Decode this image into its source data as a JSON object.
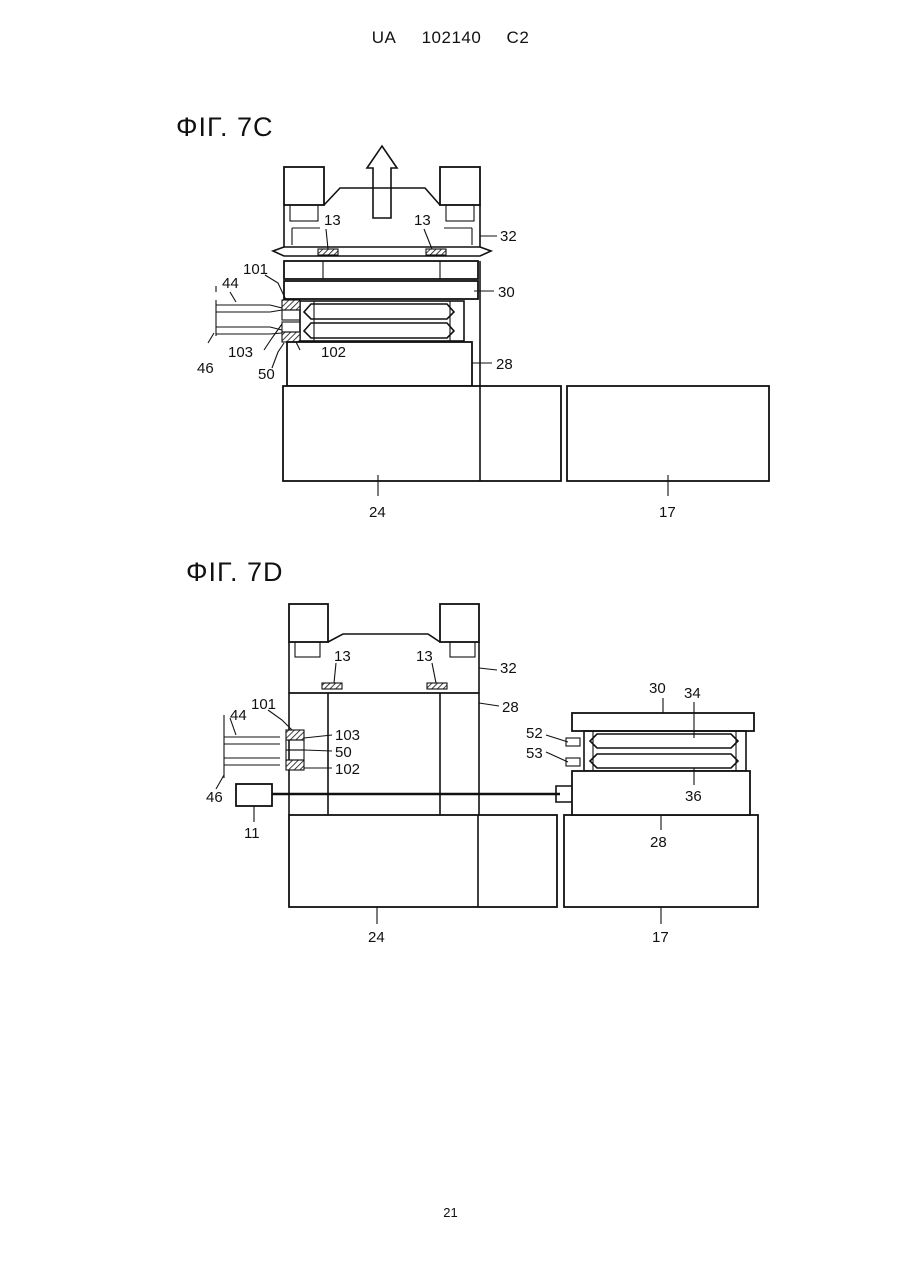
{
  "header": {
    "country": "UA",
    "number": "102140",
    "kind": "C2"
  },
  "page_number": "21",
  "fig_7c": {
    "title": "ΦΙΓ. 7C",
    "labels": {
      "l13a": "13",
      "l13b": "13",
      "l32": "32",
      "l30": "30",
      "l28": "28",
      "l101": "101",
      "l44": "44",
      "l46": "46",
      "l103": "103",
      "l102": "102",
      "l50": "50",
      "l24": "24",
      "l17": "17"
    }
  },
  "fig_7d": {
    "title": "ΦΙΓ. 7D",
    "labels": {
      "l13a": "13",
      "l13b": "13",
      "l32": "32",
      "l28a": "28",
      "l101": "101",
      "l44": "44",
      "l103": "103",
      "l50": "50",
      "l102": "102",
      "l46": "46",
      "l11": "11",
      "l30": "30",
      "l34": "34",
      "l52": "52",
      "l53": "53",
      "l36": "36",
      "l28b": "28",
      "l24": "24",
      "l17": "17"
    }
  }
}
